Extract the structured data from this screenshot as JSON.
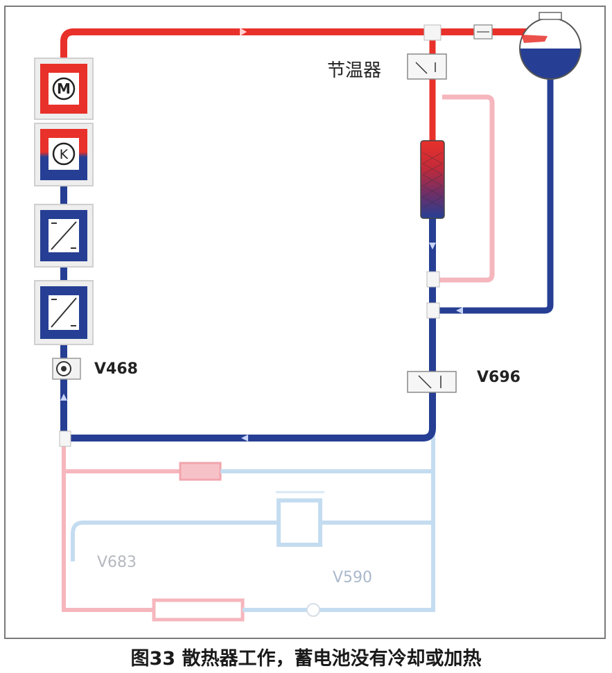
{
  "labels": {
    "thermostat": "节温器",
    "v468": "V468",
    "v696": "V696",
    "v683": "V683",
    "v590": "V590"
  },
  "components": {
    "motor_symbol": "M",
    "compressor_symbol": "K"
  },
  "caption": "图33 散热器工作，蓄电池没有冷却或加热",
  "colors": {
    "hot": "#e8312a",
    "cold": "#263f94",
    "hot_inactive": "#f6b6bd",
    "cold_inactive": "#c4dcf0",
    "frame": "#7a7a7a"
  }
}
